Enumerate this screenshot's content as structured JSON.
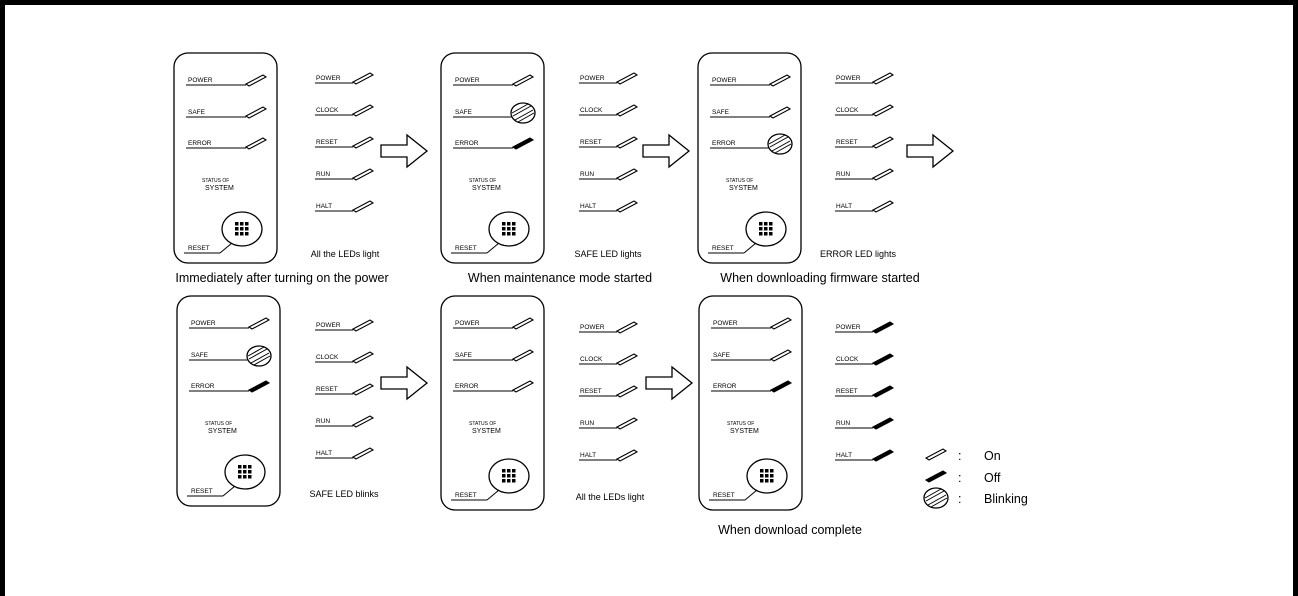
{
  "panel_labels": {
    "power": "POWER",
    "safe": "SAFE",
    "error": "ERROR",
    "status_of": "STATUS OF",
    "system": "SYSTEM",
    "reset": "RESET"
  },
  "side_labels": [
    "POWER",
    "CLOCK",
    "RESET",
    "RUN",
    "HALT"
  ],
  "stages": [
    {
      "caption": "Immediately after turning on the power",
      "note": "All the LEDs light",
      "panel_leds": [
        "on",
        "on",
        "on"
      ],
      "side_leds": [
        "on",
        "on",
        "on",
        "on",
        "on"
      ]
    },
    {
      "caption": "When maintenance mode started",
      "note": "SAFE LED lights",
      "panel_leds": [
        "on",
        "blinking",
        "off"
      ],
      "side_leds": [
        "on",
        "on",
        "on",
        "on",
        "on"
      ]
    },
    {
      "caption": "When downloading firmware started",
      "note": "ERROR LED lights",
      "panel_leds": [
        "on",
        "on",
        "blinking"
      ],
      "side_leds": [
        "on",
        "on",
        "on",
        "on",
        "on"
      ]
    },
    {
      "caption": "",
      "note": "SAFE LED blinks",
      "panel_leds": [
        "on",
        "blinking",
        "off"
      ],
      "side_leds": [
        "on",
        "on",
        "on",
        "on",
        "on"
      ]
    },
    {
      "caption": "",
      "note": "All the LEDs light",
      "panel_leds": [
        "on",
        "on",
        "on"
      ],
      "side_leds": [
        "on",
        "on",
        "on",
        "on",
        "on"
      ]
    },
    {
      "caption": "When download complete",
      "note": "",
      "panel_leds": [
        "on",
        "on",
        "off"
      ],
      "side_leds": [
        "off",
        "off",
        "off",
        "off",
        "off"
      ]
    }
  ],
  "legend": [
    {
      "key": "on",
      "colon": ":",
      "label": "On"
    },
    {
      "key": "off",
      "colon": ":",
      "label": "Off"
    },
    {
      "key": "blinking",
      "colon": ":",
      "label": "Blinking"
    }
  ]
}
